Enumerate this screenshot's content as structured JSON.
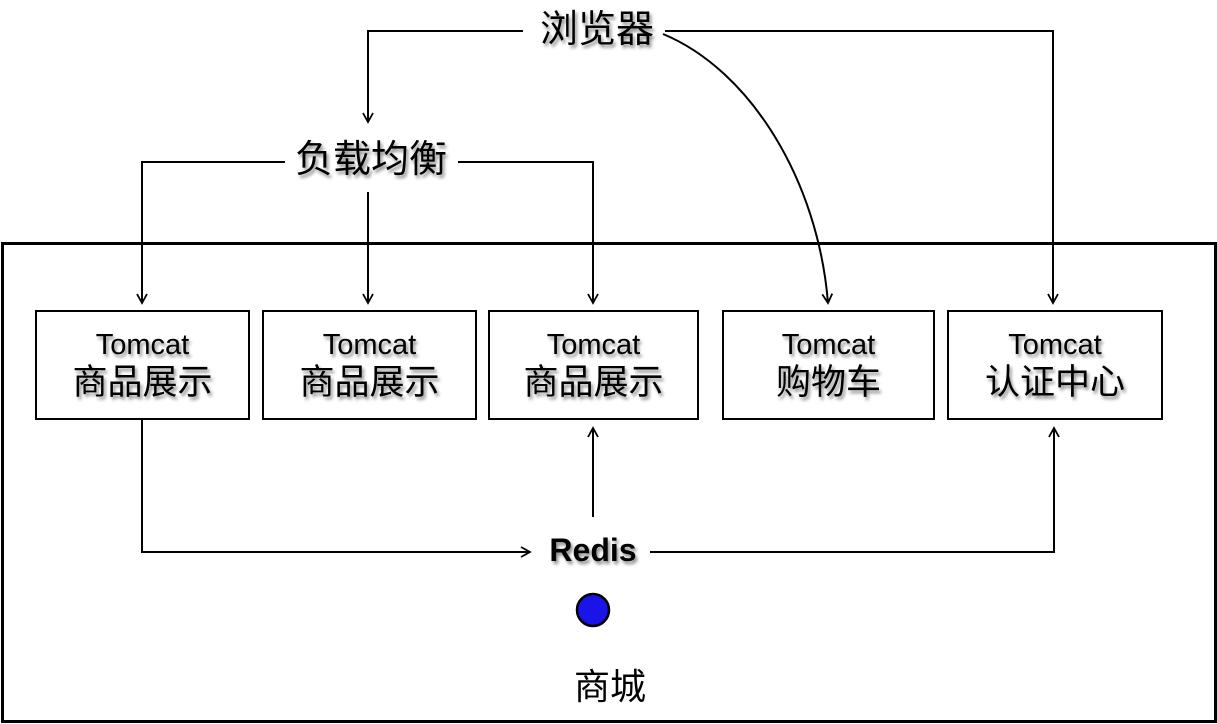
{
  "diagram": {
    "browser": {
      "label": "浏览器"
    },
    "load_balancer": {
      "label": "负载均衡"
    },
    "nodes": [
      {
        "line1": "Tomcat",
        "line2": "商品展示"
      },
      {
        "line1": "Tomcat",
        "line2": "商品展示"
      },
      {
        "line1": "Tomcat",
        "line2": "商品展示"
      },
      {
        "line1": "Tomcat",
        "line2": "购物车"
      },
      {
        "line1": "Tomcat",
        "line2": "认证中心"
      }
    ],
    "redis": {
      "label": "Redis"
    },
    "container": {
      "label": "商城"
    },
    "colors": {
      "line": "#000000",
      "node_fill": "#ffffff",
      "redis_dot": "#1a14e8"
    }
  }
}
